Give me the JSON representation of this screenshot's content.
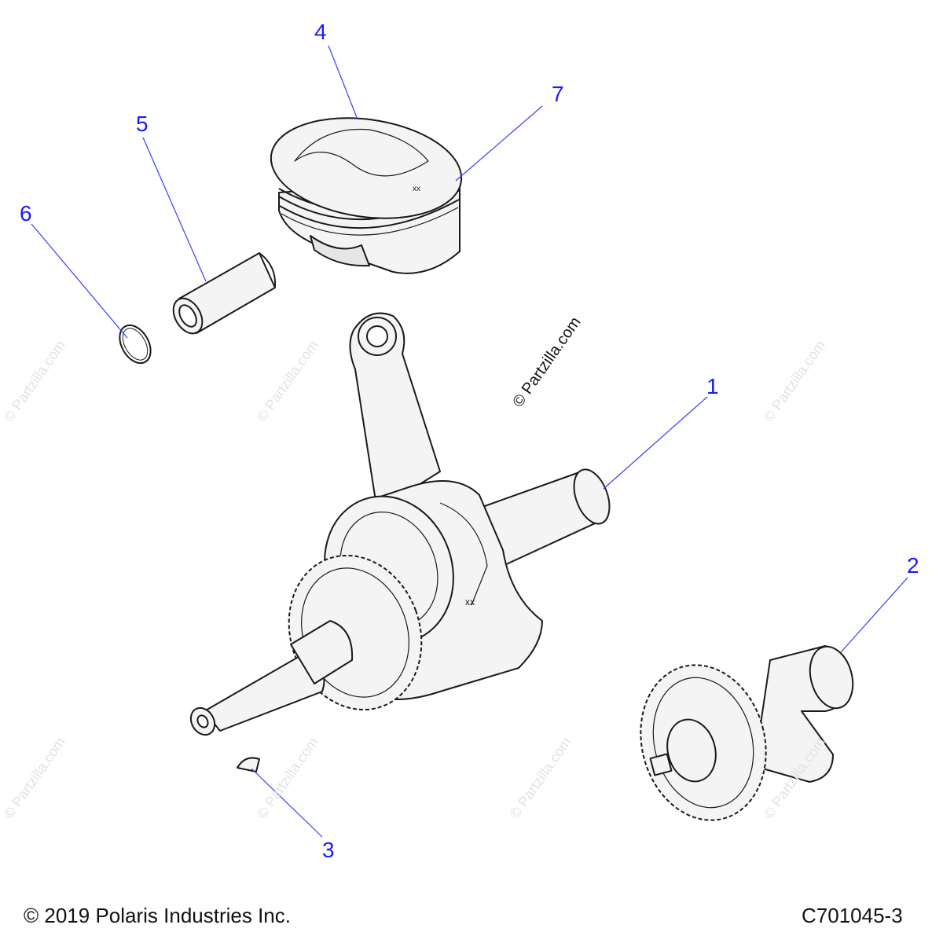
{
  "callouts": {
    "c1": "1",
    "c2": "2",
    "c3": "3",
    "c4": "4",
    "c5": "5",
    "c6": "6",
    "c7": "7"
  },
  "watermark": "© Partzilla.com",
  "footer": {
    "copyright": "© 2019 Polaris Industries Inc.",
    "diagram_code": "C701045-3"
  },
  "colors": {
    "callout": "#1a1aff",
    "leader": "#3a3aff",
    "part_fill": "#f4f4f4",
    "outline": "#1a1a1a"
  },
  "parts": [
    "crankshaft-assembly",
    "balance-shaft",
    "woodruff-key",
    "piston",
    "piston-pin",
    "circlip",
    "piston-rings"
  ]
}
